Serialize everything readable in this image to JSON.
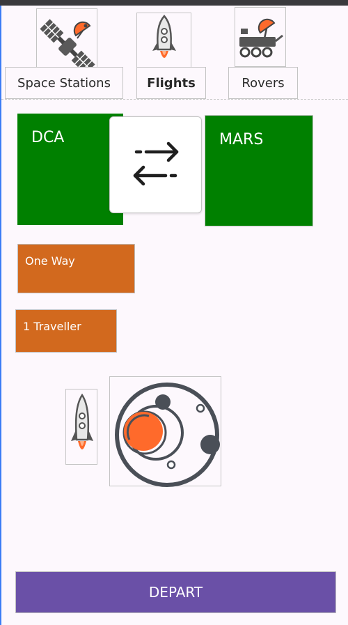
{
  "tabs": [
    {
      "id": "space-stations",
      "label": "Space Stations",
      "icon": "satellite-icon",
      "active": false
    },
    {
      "id": "flights",
      "label": "Flights",
      "icon": "rocket-icon",
      "active": true
    },
    {
      "id": "rovers",
      "label": "Rovers",
      "icon": "rover-icon",
      "active": false
    }
  ],
  "route": {
    "origin": "DCA",
    "destination": "MARS",
    "swap_icon": "swap-arrows-icon"
  },
  "options": {
    "trip_type": "One Way",
    "travellers": "1 Traveller"
  },
  "illustration": {
    "rocket_icon": "rocket-icon",
    "planet_icon": "planet-orbit-icon"
  },
  "action": {
    "depart_label": "DEPART"
  },
  "colors": {
    "tile_green": "#008000",
    "chip_orange": "#d2691e",
    "button_purple": "#6a50a7",
    "accent_orange": "#ff6a2b"
  }
}
